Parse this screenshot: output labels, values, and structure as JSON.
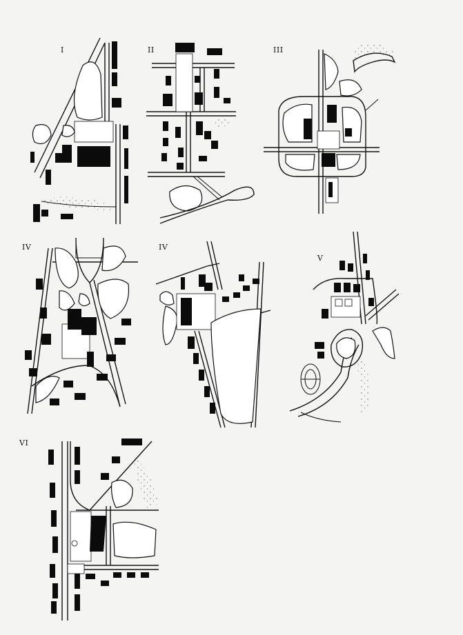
{
  "page": {
    "background": "#f4f4f2",
    "ink": "#111111"
  },
  "plans": [
    {
      "id": "plan-1",
      "label": "I"
    },
    {
      "id": "plan-2",
      "label": "II"
    },
    {
      "id": "plan-3",
      "label": "III"
    },
    {
      "id": "plan-4a",
      "label": "IV"
    },
    {
      "id": "plan-4b",
      "label": "IV"
    },
    {
      "id": "plan-5",
      "label": "V"
    },
    {
      "id": "plan-6",
      "label": "VI"
    }
  ]
}
